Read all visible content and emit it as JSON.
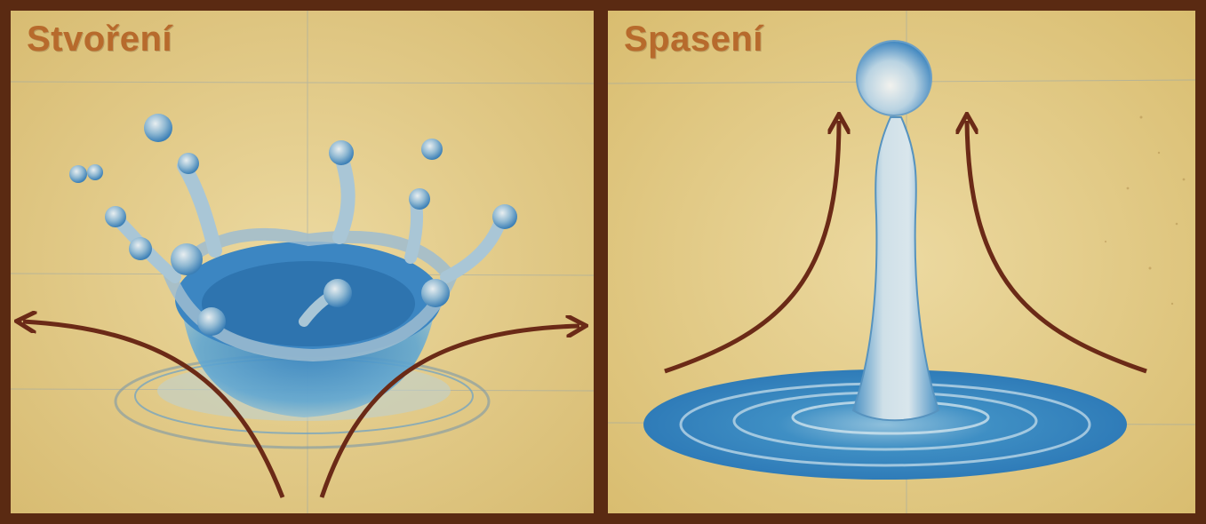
{
  "panels": {
    "left": {
      "title": "Stvoření"
    },
    "right": {
      "title": "Spasení"
    }
  },
  "colors": {
    "frame": "#5a2a12",
    "paper": "#e6cf8d",
    "title": "#b76a2c",
    "water": "#3f8fc4",
    "arrow": "#6b2a17"
  },
  "icons": {
    "left": [
      "water-crown-splash-drawing",
      "arrow-left-icon",
      "arrow-right-icon"
    ],
    "right": [
      "water-column-drop-drawing",
      "arrow-up-left-icon",
      "arrow-up-right-icon"
    ]
  }
}
